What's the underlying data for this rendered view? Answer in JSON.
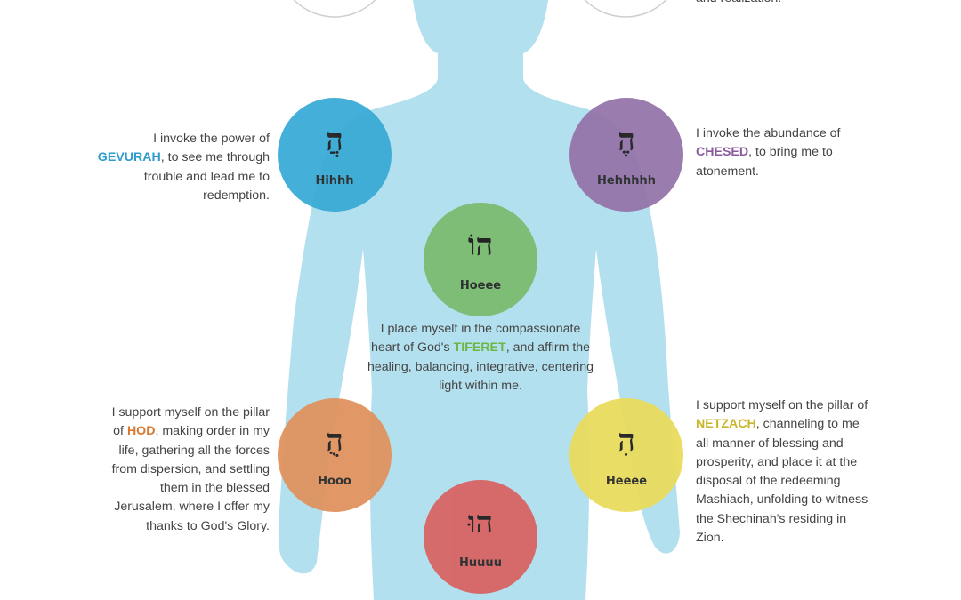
{
  "colors": {
    "body": "#b3e0ee",
    "gevurah": "#3aabd6",
    "chesed": "#9575ab",
    "tiferet": "#7cbc73",
    "hod": "#e0935e",
    "netzach": "#e9dc5e",
    "yesod": "#d86464",
    "outline": "#cfcfcf"
  },
  "nodes": {
    "gevurah": {
      "glyph": "הֲ",
      "sound": "Hihhh"
    },
    "chesed": {
      "glyph": "הֶ",
      "sound": "Hehhhhh"
    },
    "tiferet": {
      "glyph": "הוֹ",
      "sound": "Hoeee"
    },
    "hod": {
      "glyph": "הֻ",
      "sound": "Hooo"
    },
    "netzach": {
      "glyph": "הִ",
      "sound": "Heeee"
    },
    "yesod": {
      "glyph": "הוּ",
      "sound": "Huuuu"
    }
  },
  "texts": {
    "top_fragment": "and realization.",
    "gevurah": {
      "before": "I invoke the power of ",
      "keyword": "GEVURAH",
      "after": ", to see me through trouble and lead me to redemption."
    },
    "chesed": {
      "before": "I invoke the abundance of ",
      "keyword": "CHESED",
      "after": ", to bring me to atonement."
    },
    "tiferet": {
      "before": "I place myself in the compassionate heart of God's ",
      "keyword": "TIFERET",
      "after": ", and affirm the healing, balancing, integrative, centering light within me."
    },
    "hod": {
      "before": "I support myself on the pillar of ",
      "keyword": "HOD",
      "after": ", making order in my life, gathering all the forces from dispersion, and settling them in the blessed Jerusalem, where I offer my thanks to God's Glory."
    },
    "netzach": {
      "before": "I support myself on the pillar of ",
      "keyword": "NETZACH",
      "after": ", channeling to me all manner of blessing and prosperity, and place it at the disposal of the redeeming Mashiach, unfolding to witness the Shechinah's residing in Zion."
    }
  }
}
